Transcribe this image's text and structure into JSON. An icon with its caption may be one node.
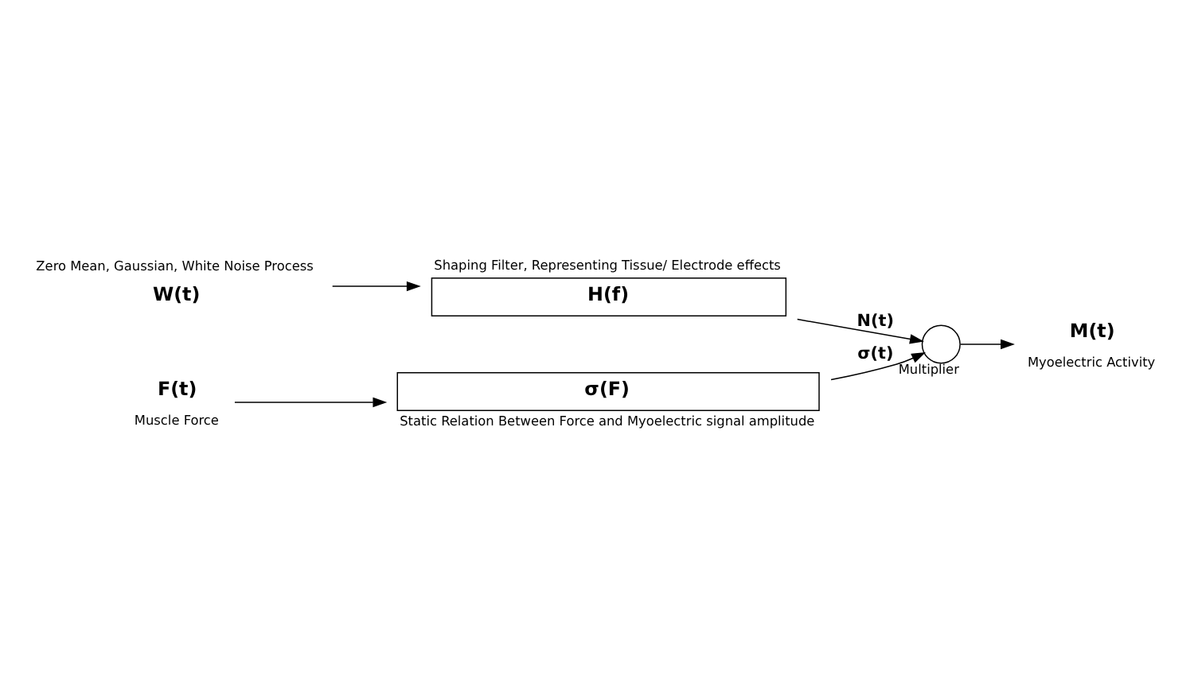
{
  "diagram": {
    "nodes": [
      {
        "text": [
          "W(t)"
        ],
        "beside": [
          "Zero Mean, Gaussian, White Noise Process"
        ]
      },
      {
        "text": [
          "H(f)"
        ],
        "beside": [
          "Shaping Filter, Representing Tissue/ Electrode effects"
        ]
      },
      {
        "text": [],
        "shape": "circle",
        "beside": [
          "Multiplier"
        ]
      },
      {
        "text": [
          "M(t)"
        ],
        "beside": [
          "Myoelectric Activity"
        ]
      },
      {
        "text": [
          "F(t)"
        ],
        "beside": [
          "Muscle Force"
        ]
      },
      {
        "text": [
          "σ(F)"
        ],
        "beside": [
          "Static Relation Between Force and Myoelectric signal amplitude"
        ]
      }
    ],
    "edges": [
      {
        "from": 0,
        "to": 1,
        "arrow": "to"
      },
      {
        "from": 1,
        "to": 2,
        "arrow": "to",
        "label": "N(t)"
      },
      {
        "from": 4,
        "to": 5,
        "arrow": "to"
      },
      {
        "from": 5,
        "to": 2,
        "arrow": "to",
        "label": "σ(t)"
      },
      {
        "from": 2,
        "to": 3,
        "arrow": "to"
      }
    ]
  }
}
